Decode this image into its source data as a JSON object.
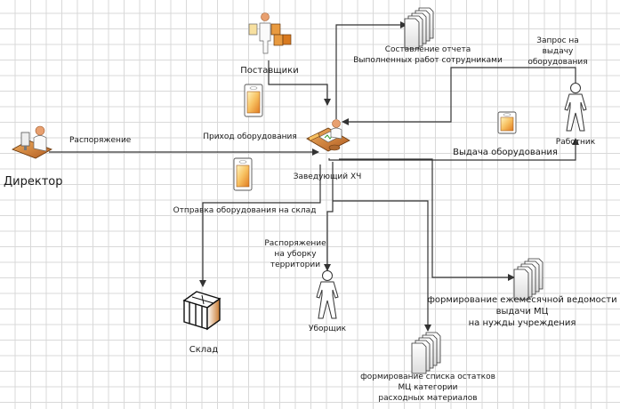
{
  "diagram": {
    "type": "workflow",
    "actors": {
      "director": "Директор",
      "suppliers": "Поставщики",
      "head": "Заведующий ХЧ",
      "worker": "Работник",
      "cleaner": "Уборщик",
      "warehouse": "Склад"
    },
    "documents": {
      "report": [
        "Составление отчета",
        "Выполненных работ сотрудниками"
      ],
      "monthly": [
        "формирование ежемесячной ведомости",
        "выдачи МЦ",
        "на нужды учреждения"
      ],
      "remains": [
        "формирование списка остатков",
        "МЦ категории",
        "расходных материалов"
      ]
    },
    "equipment": {
      "income": "Приход оборудования",
      "issue": "Выдача оборудования",
      "to_warehouse": "Отправка оборудования на склад"
    },
    "edges": {
      "order": "Распоряжение",
      "request": [
        "Запрос на",
        "выдачу",
        "оборудования"
      ],
      "cleaning": [
        "Распоряжение",
        "на уборку",
        "территории"
      ]
    },
    "colors": {
      "line": "#333333",
      "grid": "#d9d9d9",
      "desk": "#c8762e",
      "person_skin": "#e8a070",
      "equipment_fill": "#f0a040"
    }
  }
}
